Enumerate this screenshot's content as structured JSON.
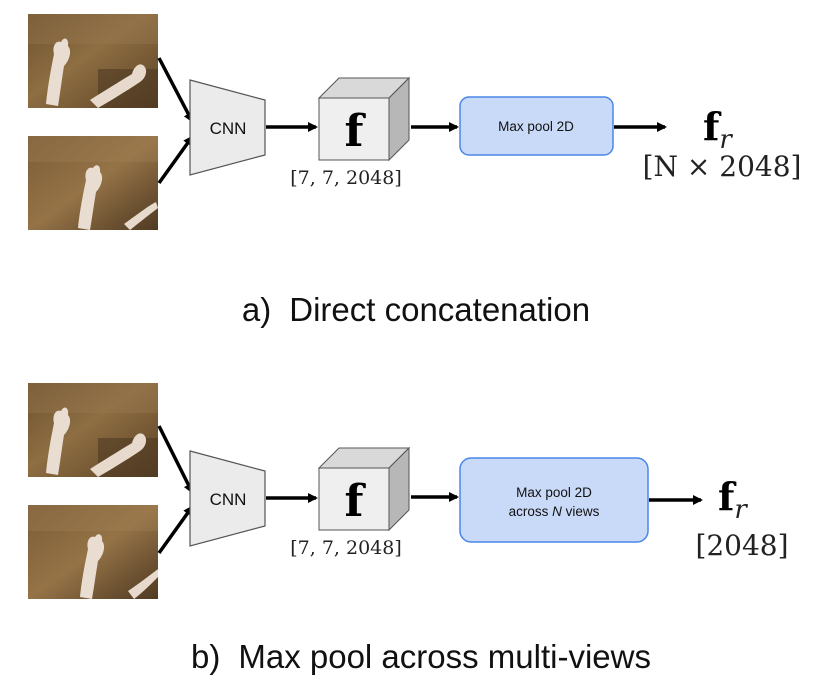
{
  "panels": [
    {
      "cnn_label": "CNN",
      "feature_symbol": "f",
      "feature_shape": "[7, 7, 2048]",
      "pool_label_line1": "Max pool 2D",
      "pool_label_line2": "",
      "pool_label_line2_emph": "",
      "pool_label_line2_tail": "",
      "output_symbol": "f",
      "output_subscript": "r",
      "output_shape": "[N × 2048]",
      "caption_letter": "a)",
      "caption_text": "Direct concatenation"
    },
    {
      "cnn_label": "CNN",
      "feature_symbol": "f",
      "feature_shape": "[7, 7, 2048]",
      "pool_label_line1": "Max pool 2D",
      "pool_label_line2": "across ",
      "pool_label_line2_emph": "N",
      "pool_label_line2_tail": " views",
      "output_symbol": "f",
      "output_subscript": "r",
      "output_shape": "[2048]",
      "caption_letter": "b)",
      "caption_text": "Max pool across multi-views"
    }
  ],
  "colors": {
    "cnn_fill": "#ebebeb",
    "cube_front": "#efefef",
    "cube_top": "#d9d9d9",
    "cube_side": "#b7b7b7",
    "pool_fill": "#c9daf8",
    "pool_stroke": "#4a86e8",
    "photo_tone": "#8a6b3f"
  },
  "icons": [
    "hand-photo-view-1",
    "hand-photo-view-2",
    "arrow-icon"
  ]
}
